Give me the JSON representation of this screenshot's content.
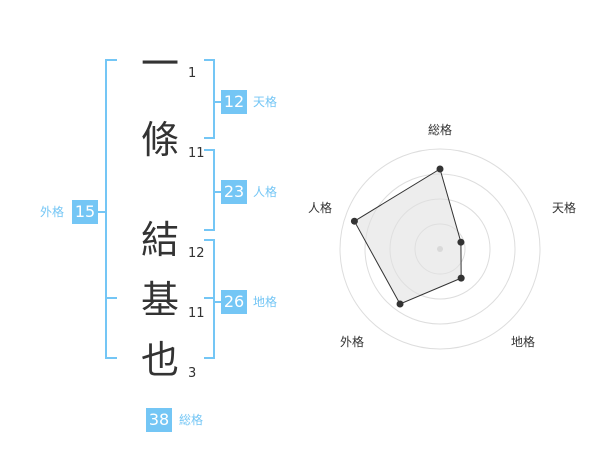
{
  "accent_color": "#74c6f5",
  "bracket_color": "#74c6f5",
  "characters": [
    {
      "char": "一",
      "strokes": "1"
    },
    {
      "char": "條",
      "strokes": "11"
    },
    {
      "char": "結",
      "strokes": "12"
    },
    {
      "char": "基",
      "strokes": "11"
    },
    {
      "char": "也",
      "strokes": "3"
    }
  ],
  "kaku": {
    "tenkaku": {
      "value": "12",
      "label": "天格"
    },
    "jinkaku": {
      "value": "23",
      "label": "人格"
    },
    "chikaku": {
      "value": "26",
      "label": "地格"
    },
    "gaikaku": {
      "value": "15",
      "label": "外格"
    },
    "soukaku": {
      "value": "38",
      "label": "総格"
    }
  },
  "radar": {
    "axes": [
      "総格",
      "天格",
      "地格",
      "外格",
      "人格"
    ],
    "values": [
      0.8,
      0.22,
      0.36,
      0.68,
      0.9
    ],
    "max": 1,
    "rings": 4
  }
}
